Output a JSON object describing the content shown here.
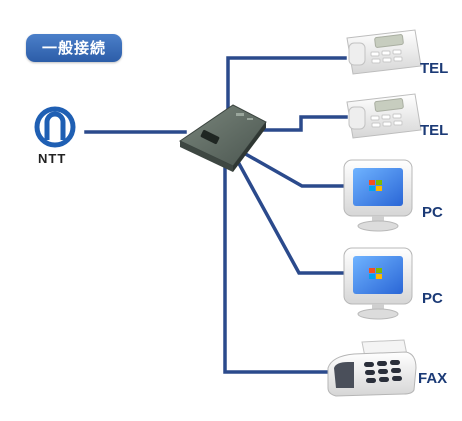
{
  "connection_badge": "一般接続",
  "provider_label": "NTT",
  "devices": [
    {
      "type": "phone",
      "label": "TEL"
    },
    {
      "type": "phone",
      "label": "TEL"
    },
    {
      "type": "pc",
      "label": "PC"
    },
    {
      "type": "pc",
      "label": "PC"
    },
    {
      "type": "fax",
      "label": "FAX"
    }
  ],
  "colors": {
    "line": "#2b4a8c",
    "badge": "#3a6dbb",
    "label": "#1b3a76",
    "ntt_logo": "#1f5fb3",
    "router": "#5d6a60"
  },
  "icons": {
    "provider": "ntt-logo-icon",
    "router": "router-icon",
    "phone": "telephone-icon",
    "pc": "computer-monitor-icon",
    "fax": "fax-machine-icon"
  }
}
